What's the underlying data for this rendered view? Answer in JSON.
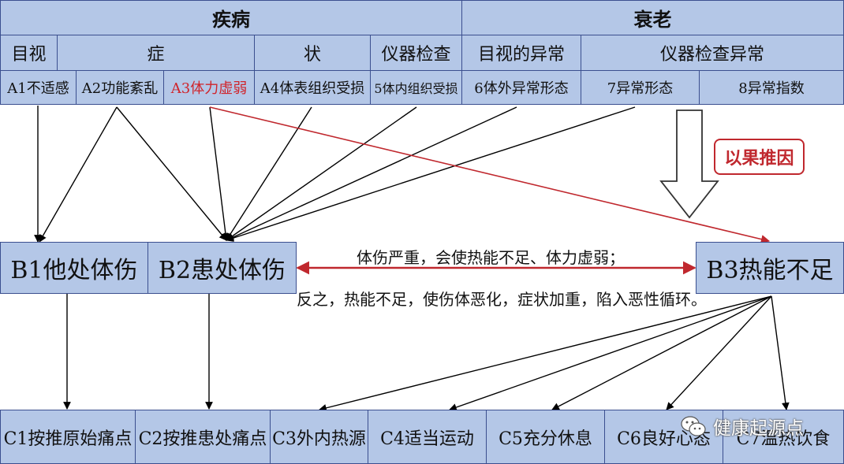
{
  "header": {
    "disease": "疾病",
    "aging": "衰老",
    "visual": "目视",
    "symptom_a": "症",
    "symptom_b": "状",
    "instrument": "仪器检查",
    "visual_abnormal": "目视的异常",
    "instrument_abnormal": "仪器检查异常"
  },
  "a_items": [
    "A1不适感",
    "A2功能紊乱",
    "A3体力虚弱",
    "A4体表组织受损",
    "5体内组织受损",
    "6体外异常形态",
    "7异常形态",
    "8异常指数"
  ],
  "b_items": [
    "B1他处体伤",
    "B2患处体伤",
    "B3热能不足"
  ],
  "middle_text": {
    "line1": "体伤严重，会使热能不足、体力虚弱；",
    "line2": "反之，热能不足，使伤体恶化，症状加重，陷入恶性循环。"
  },
  "tag": "以果推因",
  "c_items": [
    "C1按推原始痛点",
    "C2按推患处痛点",
    "C3外内热源",
    "C4适当运动",
    "C5充分休息",
    "C6良好心态",
    "C7温热饮食"
  ],
  "watermark": "健康起源点",
  "colors": {
    "box_fill": "#b4c7e7",
    "border": "#3b4f8f",
    "highlight": "#d0242b",
    "arrow_red": "#c0282e"
  }
}
